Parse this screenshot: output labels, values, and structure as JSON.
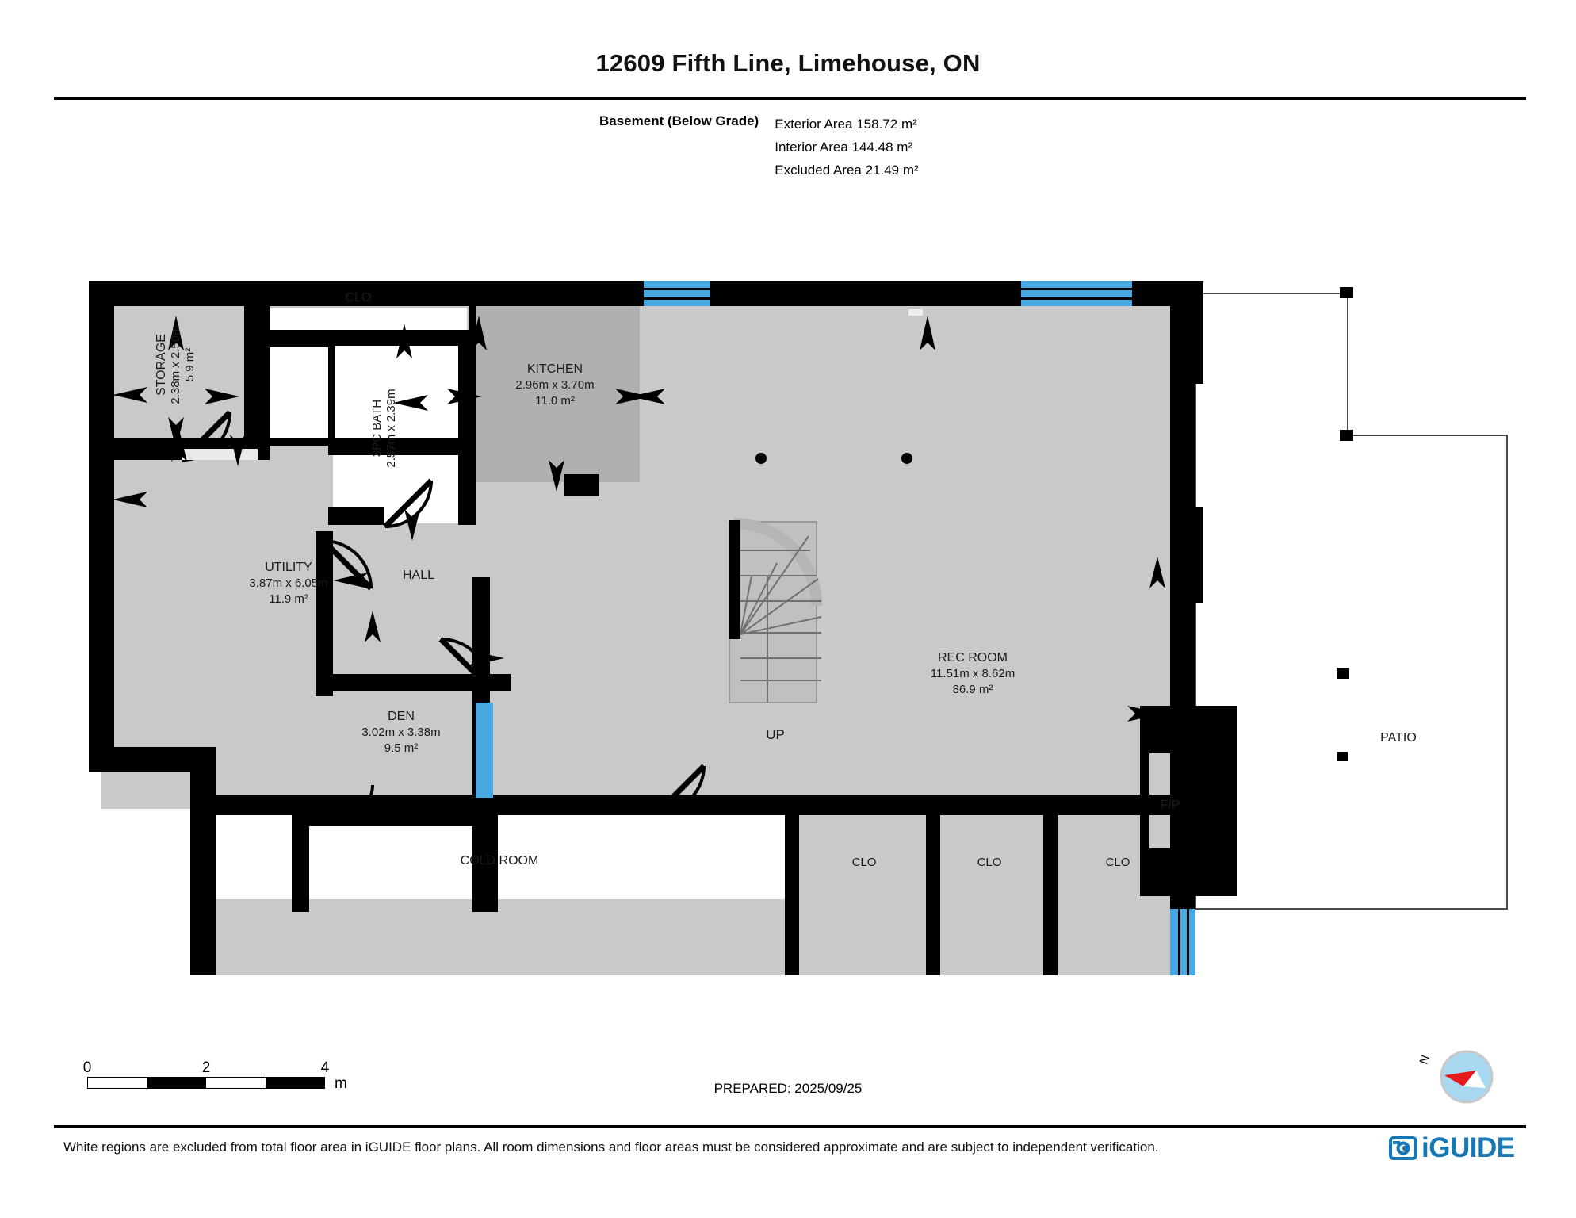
{
  "header": {
    "title": "12609 Fifth Line, Limehouse, ON",
    "level_label": "Basement (Below Grade)",
    "exterior_area": "Exterior Area 158.72 m²",
    "interior_area": "Interior Area 144.48 m²",
    "excluded_area": "Excluded Area 21.49 m²"
  },
  "rooms": {
    "storage": {
      "name": "STORAGE",
      "dims": "2.38m x 2.50m",
      "area": "5.9 m²"
    },
    "clo_top": {
      "name": "CLO"
    },
    "bath": {
      "name": "3PC BATH",
      "dims": "2.57m x 2.39m"
    },
    "kitchen": {
      "name": "KITCHEN",
      "dims": "2.96m x 3.70m",
      "area": "11.0 m²"
    },
    "utility": {
      "name": "UTILITY",
      "dims": "3.87m x 6.05m",
      "area": "11.9 m²"
    },
    "hall": {
      "name": "HALL"
    },
    "den": {
      "name": "DEN",
      "dims": "3.02m x 3.38m",
      "area": "9.5 m²"
    },
    "rec_room": {
      "name": "REC ROOM",
      "dims": "11.51m x 8.62m",
      "area": "86.9 m²"
    },
    "stairs_label": "UP",
    "fireplace": {
      "name": "F/P"
    },
    "cold_room": {
      "name": "COLD ROOM"
    },
    "clo_b1": {
      "name": "CLO"
    },
    "clo_b2": {
      "name": "CLO"
    },
    "clo_b3": {
      "name": "CLO"
    },
    "patio": {
      "name": "PATIO"
    }
  },
  "scale": {
    "ticks": [
      "0",
      "2",
      "4"
    ],
    "unit": "m"
  },
  "footer": {
    "prepared": "PREPARED: 2025/09/25",
    "disclaimer": "White regions are excluded from total floor area in iGUIDE floor plans. All room dimensions and floor areas must be considered approximate and are subject to independent verification.",
    "logo_text": "iGUIDE",
    "compass_north": "N"
  },
  "colors": {
    "wall": "#000000",
    "floor_light": "#c9c9c9",
    "floor_dark": "#b0b0b0",
    "window": "#4aa8e0",
    "excluded": "#ffffff",
    "brand": "#1577b5",
    "compass_red": "#e8191b",
    "compass_disc": "#a8d8f0"
  }
}
